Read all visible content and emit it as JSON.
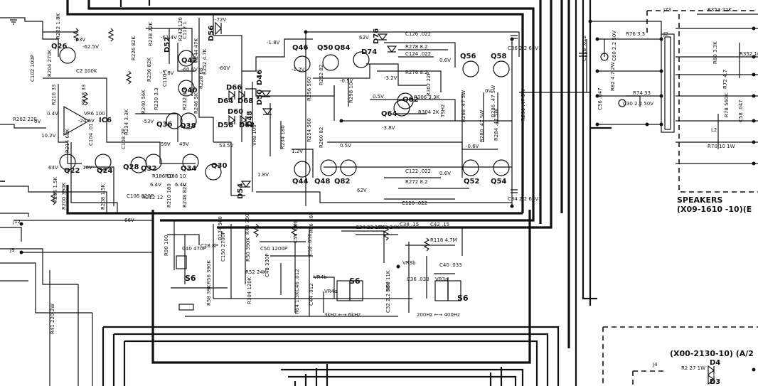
{
  "transistors": [
    {
      "id": "q26",
      "label": "Q26"
    },
    {
      "id": "q22",
      "label": "Q22"
    },
    {
      "id": "q24",
      "label": "Q24"
    },
    {
      "id": "q28",
      "label": "Q28"
    },
    {
      "id": "q32",
      "label": "Q32"
    },
    {
      "id": "q34",
      "label": "Q34"
    },
    {
      "id": "q30",
      "label": "Q30"
    },
    {
      "id": "q36",
      "label": "Q36"
    },
    {
      "id": "q38",
      "label": "Q38"
    },
    {
      "id": "q40",
      "label": "Q40"
    },
    {
      "id": "q42",
      "label": "Q42"
    },
    {
      "id": "q44",
      "label": "Q44"
    },
    {
      "id": "q46",
      "label": "Q46"
    },
    {
      "id": "q48",
      "label": "Q48"
    },
    {
      "id": "q50",
      "label": "Q50"
    },
    {
      "id": "q52",
      "label": "Q52"
    },
    {
      "id": "q54",
      "label": "Q54"
    },
    {
      "id": "q56",
      "label": "Q56"
    },
    {
      "id": "q58",
      "label": "Q58"
    },
    {
      "id": "q62",
      "label": "Q62"
    },
    {
      "id": "q64",
      "label": "Q64"
    },
    {
      "id": "q82",
      "label": "Q82"
    },
    {
      "id": "q84",
      "label": "Q84"
    }
  ],
  "ic": {
    "label": "IC6"
  },
  "diodes": [
    {
      "id": "d56",
      "label": "D56"
    },
    {
      "id": "d46",
      "label": "D46"
    },
    {
      "id": "d50",
      "label": "D50"
    },
    {
      "id": "d48",
      "label": "D48"
    },
    {
      "id": "d54",
      "label": "D54"
    },
    {
      "id": "d58",
      "label": "D58"
    },
    {
      "id": "d60",
      "label": "D60"
    },
    {
      "id": "d62",
      "label": "D62"
    },
    {
      "id": "d64",
      "label": "D64"
    },
    {
      "id": "d66",
      "label": "D66"
    },
    {
      "id": "d68",
      "label": "D68"
    },
    {
      "id": "d74",
      "label": "D74"
    },
    {
      "id": "d76",
      "label": "D76"
    },
    {
      "id": "d52",
      "label": "D52"
    },
    {
      "id": "d4",
      "label": "D4"
    },
    {
      "id": "d3",
      "label": "D3"
    }
  ],
  "components": [
    {
      "id": "c102",
      "label": "C102 100P"
    },
    {
      "id": "r204",
      "label": "R204 270K"
    },
    {
      "id": "r222",
      "label": "R222 1.8K"
    },
    {
      "id": "c2",
      "label": "C2 100K"
    },
    {
      "id": "r216",
      "label": "R216 33"
    },
    {
      "id": "r218",
      "label": "R218 33"
    },
    {
      "id": "vr6",
      "label": "VR6 100"
    },
    {
      "id": "r202",
      "label": "R202 220"
    },
    {
      "id": "r214",
      "label": "R214 68K"
    },
    {
      "id": "c104",
      "label": "C104 .01"
    },
    {
      "id": "r206",
      "label": "R206 1.5K"
    },
    {
      "id": "r200",
      "label": "R200 390K"
    },
    {
      "id": "r208",
      "label": "R208 1.5K"
    },
    {
      "id": "c106",
      "label": "C106 820P"
    },
    {
      "id": "r212",
      "label": "R212 12"
    },
    {
      "id": "r210",
      "label": "R210 180"
    },
    {
      "id": "r248",
      "label": "R248 82K"
    },
    {
      "id": "r226",
      "label": "R226 82K"
    },
    {
      "id": "c108",
      "label": "C108 2P"
    },
    {
      "id": "r234",
      "label": "R234 3.3K"
    },
    {
      "id": "r186",
      "label": "R186 10"
    },
    {
      "id": "r188",
      "label": "R188 10"
    },
    {
      "id": "r240",
      "label": "R240 56K"
    },
    {
      "id": "r238",
      "label": "R238 22K"
    },
    {
      "id": "r242",
      "label": "R242 120"
    },
    {
      "id": "r236",
      "label": "R236 82K"
    },
    {
      "id": "r244",
      "label": "R244 47K"
    },
    {
      "id": "c110",
      "label": "C110 1"
    },
    {
      "id": "r228",
      "label": "R228 68"
    },
    {
      "id": "r230",
      "label": "R230 3.3"
    },
    {
      "id": "r232",
      "label": "R232 3.3"
    },
    {
      "id": "c112",
      "label": "C112 1"
    },
    {
      "id": "r246",
      "label": "R246 5K"
    },
    {
      "id": "r252",
      "label": "R252 4.7K"
    },
    {
      "id": "r254",
      "label": "R254 560"
    },
    {
      "id": "r256",
      "label": "R256 560"
    },
    {
      "id": "vr8",
      "label": "VR8 100"
    },
    {
      "id": "r234b",
      "label": "R234 180"
    },
    {
      "id": "r262",
      "label": "R262 82"
    },
    {
      "id": "r260",
      "label": "R260 82"
    },
    {
      "id": "r298",
      "label": "R298 10"
    },
    {
      "id": "r276",
      "label": "R276 8.2"
    },
    {
      "id": "r278",
      "label": "R278 8.2"
    },
    {
      "id": "c126",
      "label": "C126 .022"
    },
    {
      "id": "c124",
      "label": "C124 .022"
    },
    {
      "id": "c122",
      "label": "C122 .022"
    },
    {
      "id": "c120",
      "label": "C120 .022"
    },
    {
      "id": "r272",
      "label": "R272 8.2"
    },
    {
      "id": "r268",
      "label": "R268 .47 5W"
    },
    {
      "id": "r280",
      "label": "R280 .47 5W"
    },
    {
      "id": "r284",
      "label": "R284 .47 5W"
    },
    {
      "id": "r286",
      "label": "R286 .47 5W"
    },
    {
      "id": "r290",
      "label": "R290 .47 5W"
    },
    {
      "id": "r304",
      "label": "R304 2K"
    },
    {
      "id": "r306",
      "label": "R306 3.3K"
    },
    {
      "id": "r302",
      "label": "R302 22P"
    },
    {
      "id": "tsh2",
      "label": "TSH2"
    },
    {
      "id": "c86",
      "label": "C86 2.2 63V"
    },
    {
      "id": "c84",
      "label": "C84 2.2 63V"
    },
    {
      "id": "c118",
      "label": "C118 .022"
    },
    {
      "id": "r76",
      "label": "R76 3.3"
    },
    {
      "id": "c60",
      "label": "C60 2.2 50V"
    },
    {
      "id": "c56",
      "label": "C56 .047"
    },
    {
      "id": "r82",
      "label": "R82 4.7 2W"
    },
    {
      "id": "r74",
      "label": "R74 33"
    },
    {
      "id": "c30",
      "label": "C30 2.2 50V"
    },
    {
      "id": "r353",
      "label": "R353 22K"
    },
    {
      "id": "r80",
      "label": "R80 3.3K"
    },
    {
      "id": "r352",
      "label": "R352 10K"
    },
    {
      "id": "r72",
      "label": "R72 4.7"
    },
    {
      "id": "r70",
      "label": "R70 10 1W"
    },
    {
      "id": "c58",
      "label": "C58 .047"
    },
    {
      "id": "r78",
      "label": "R78 560K"
    },
    {
      "id": "l2",
      "label": "L2"
    },
    {
      "id": "r90",
      "label": "R90 100"
    },
    {
      "id": "c40b",
      "label": "C40 470P"
    },
    {
      "id": "c28",
      "label": "C28 8P"
    },
    {
      "id": "r134",
      "label": "R134 560"
    },
    {
      "id": "c150",
      "label": "C150 2700P"
    },
    {
      "id": "r48",
      "label": "R48 750"
    },
    {
      "id": "r50",
      "label": "R50 390K"
    },
    {
      "id": "r52",
      "label": "R52 24K"
    },
    {
      "id": "r56",
      "label": "R56 390K"
    },
    {
      "id": "r58",
      "label": "R58 39K"
    },
    {
      "id": "c54",
      "label": "C54 .056"
    },
    {
      "id": "c50",
      "label": "C50 1200P"
    },
    {
      "id": "c48",
      "label": "C48 330P"
    },
    {
      "id": "c46",
      "label": "C46 .012"
    },
    {
      "id": "c44",
      "label": "C44 .012"
    },
    {
      "id": "r64",
      "label": "R64 1.3K"
    },
    {
      "id": "r66",
      "label": "R66 560"
    },
    {
      "id": "r62",
      "label": "R62 24K"
    },
    {
      "id": "c52",
      "label": "C52 .056"
    },
    {
      "id": "r104",
      "label": "R104 120K"
    },
    {
      "id": "c34",
      "label": "C34 22 16V"
    },
    {
      "id": "c38",
      "label": "C38 .15"
    },
    {
      "id": "c42",
      "label": "C42 .15"
    },
    {
      "id": "r118",
      "label": "R118 4.7M"
    },
    {
      "id": "c40",
      "label": "C40 .033"
    },
    {
      "id": "c36",
      "label": "C36 .033"
    },
    {
      "id": "r60",
      "label": "R60 11K"
    },
    {
      "id": "c32",
      "label": "C32 2.2 50V"
    },
    {
      "id": "r2",
      "label": "R2 27 1W"
    },
    {
      "id": "r41",
      "label": "R41 220 2W"
    }
  ],
  "voltages": [
    "-72V",
    "-63V",
    "-62.5V",
    "-24.6V",
    "0.4V",
    "0V",
    "10.2V",
    "64V",
    "10V",
    "-53V",
    "-61.4V",
    "-3.8V",
    "-60.6V",
    "-60V",
    "59V",
    "49V",
    "53.5V",
    "1.8V",
    "6.4V",
    "6.4V",
    "-1.8V",
    "62V",
    "-1.2V",
    "-0.5V",
    "-3.2V",
    "0.5V",
    "-3.8V",
    "1.2V",
    "0.5V",
    "0.6V",
    "0.6V",
    "62V",
    "66V",
    "-0.6V",
    "0V"
  ],
  "vr_labels": [
    "VR3b",
    "VR3a",
    "VR4b",
    "VR4a"
  ],
  "switch": {
    "s6_a": "S6",
    "s6_b": "S6",
    "s6_c": "S6"
  },
  "freq_labels": {
    "left": "3kHz ←→ 6kHz",
    "right": "200Hz ←→ 400Hz"
  },
  "connectors": {
    "j73": "J73",
    "j2": "J2",
    "j12": "J12",
    "j4": "J4",
    "j9": "J9"
  },
  "section_labels": {
    "speakers_title": "SPEAKERS",
    "speakers_part": "(X09-1610 -10)(E",
    "bottom_part": "(X00-2130-10) (A/2"
  }
}
